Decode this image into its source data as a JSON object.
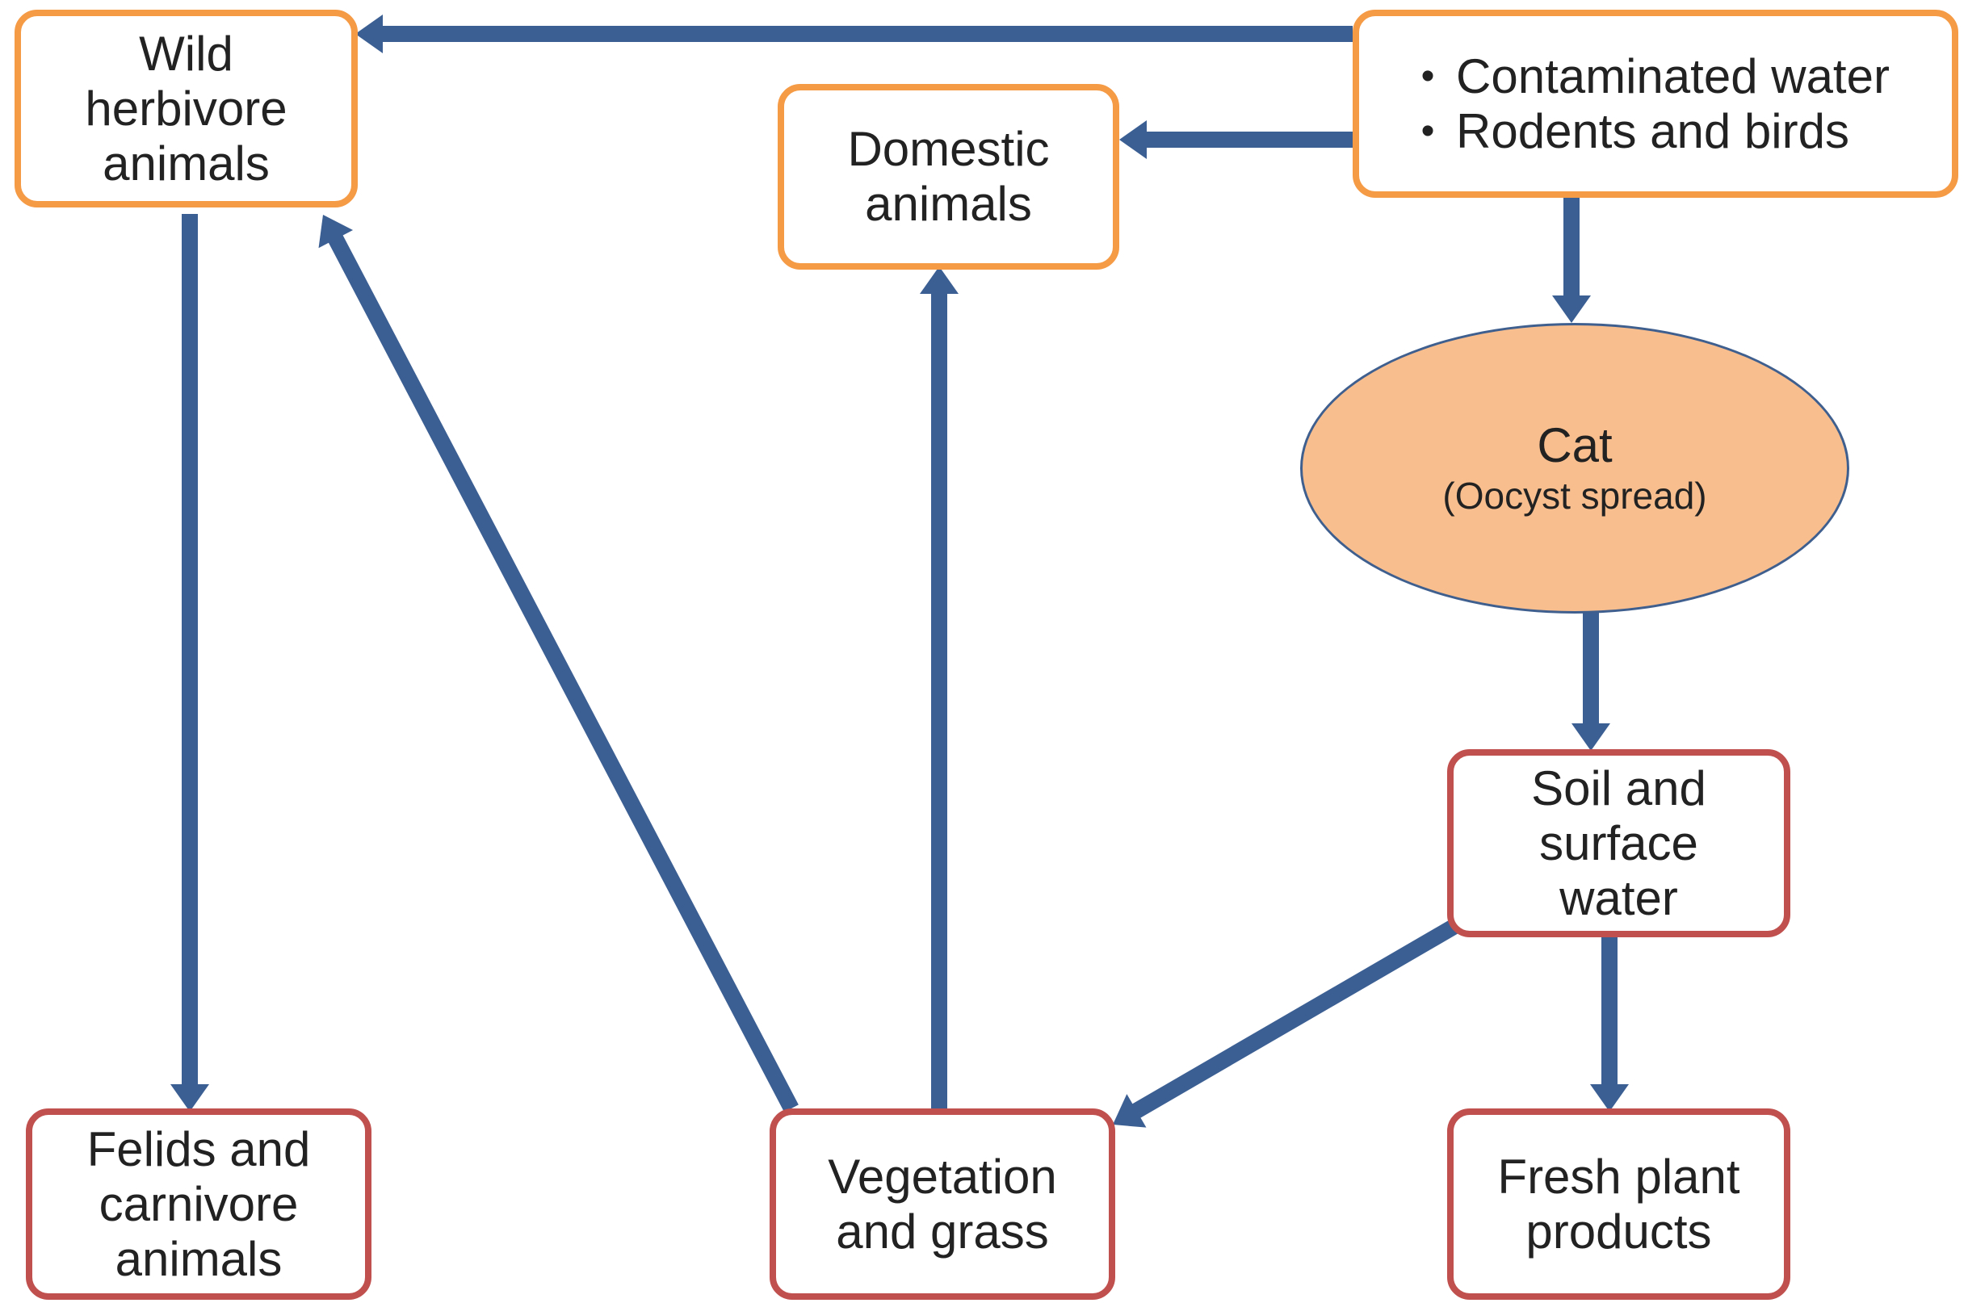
{
  "colors": {
    "arrow": "#3c5f93",
    "host_border": "#f59a45",
    "environment_border": "#c0504d",
    "cat_fill": "#f8be8e"
  },
  "nodes": {
    "wild_herbivores": {
      "lines": [
        "Wild",
        "herbivore",
        "animals"
      ]
    },
    "domestic_animals": {
      "lines": [
        "Domestic",
        "animals"
      ]
    },
    "sources": {
      "items": [
        "Contaminated water",
        "Rodents and birds"
      ]
    },
    "cat": {
      "title": "Cat",
      "subtitle": "(Oocyst spread)"
    },
    "soil_water": {
      "lines": [
        "Soil and",
        "surface",
        "water"
      ]
    },
    "felids_carnivores": {
      "lines": [
        "Felids and",
        "carnivore",
        "animals"
      ]
    },
    "vegetation": {
      "lines": [
        "Vegetation",
        "and grass"
      ]
    },
    "fresh_plants": {
      "lines": [
        "Fresh plant",
        "products"
      ]
    }
  },
  "edges": [
    {
      "from": "sources",
      "to": "wild_herbivores"
    },
    {
      "from": "sources",
      "to": "domestic_animals"
    },
    {
      "from": "sources",
      "to": "cat"
    },
    {
      "from": "cat",
      "to": "soil_water"
    },
    {
      "from": "soil_water",
      "to": "vegetation"
    },
    {
      "from": "soil_water",
      "to": "fresh_plants"
    },
    {
      "from": "vegetation",
      "to": "domestic_animals"
    },
    {
      "from": "vegetation",
      "to": "wild_herbivores"
    },
    {
      "from": "wild_herbivores",
      "to": "felids_carnivores"
    }
  ]
}
